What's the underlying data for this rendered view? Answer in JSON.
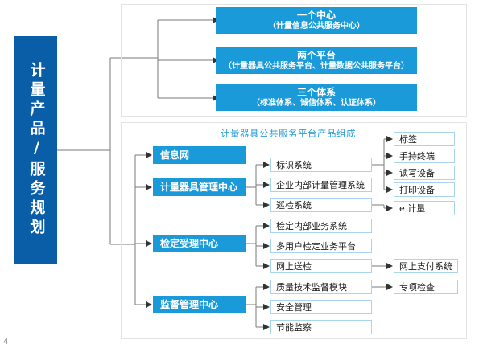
{
  "page": {
    "number": "4"
  },
  "banner": {
    "label": "计量产品/服务规划"
  },
  "top_section": {
    "boxes": [
      {
        "title": "一个中心",
        "subtitle": "（计量信息公共服务中心）"
      },
      {
        "title": "两个平台",
        "subtitle": "（计量器具公共服务平台、计量数据公共服务平台）"
      },
      {
        "title": "三个体系",
        "subtitle": "（标准体系、诚信体系、认证体系）"
      }
    ]
  },
  "bottom_section": {
    "title": "计量器具公共服务平台产品组成",
    "categories": [
      {
        "label": "信息网"
      },
      {
        "label": "计量器具管理中心"
      },
      {
        "label": "检定受理中心"
      },
      {
        "label": "监督管理中心"
      }
    ],
    "modules": [
      {
        "label": "标识系统"
      },
      {
        "label": "企业内部计量管理系统"
      },
      {
        "label": "巡检系统"
      },
      {
        "label": "检定内部业务系统"
      },
      {
        "label": "多用户检定业务平台"
      },
      {
        "label": "网上送检"
      },
      {
        "label": "质量技术监督模块"
      },
      {
        "label": "安全管理"
      },
      {
        "label": "节能监察"
      }
    ],
    "leaves": [
      {
        "label": "标签"
      },
      {
        "label": "手持终端"
      },
      {
        "label": "读写设备"
      },
      {
        "label": "打印设备"
      },
      {
        "label": "e 计量"
      },
      {
        "label": "网上支付系统"
      },
      {
        "label": "专项检查"
      }
    ]
  },
  "colors": {
    "banner_blue": "#0a5ea8",
    "box_blue": "#1a9ad8",
    "title_blue": "#2a9fd8",
    "outline_blue": "#a9d5ea",
    "wire_gray": "#7a7a7a",
    "panel_gray": "#e3e3e3"
  }
}
